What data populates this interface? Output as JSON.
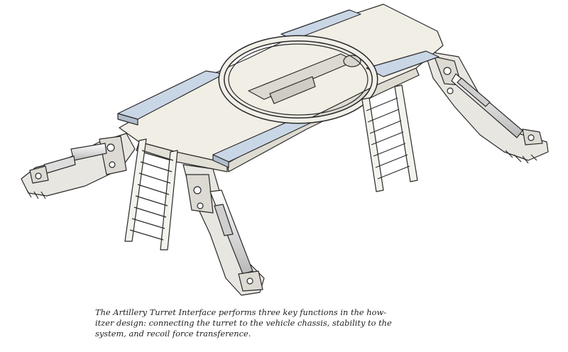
{
  "caption": {
    "lines": [
      "The Artillery Turret Interface performs three key functions in the how-",
      "itzer design: connecting the turret to the vehicle chassis, stability to the",
      "system, and recoil force transference."
    ]
  },
  "colors": {
    "deck": "#f1eee6",
    "panel": "#c9d6e6",
    "line": "#2a2a2a",
    "caption_text": "#222222"
  }
}
